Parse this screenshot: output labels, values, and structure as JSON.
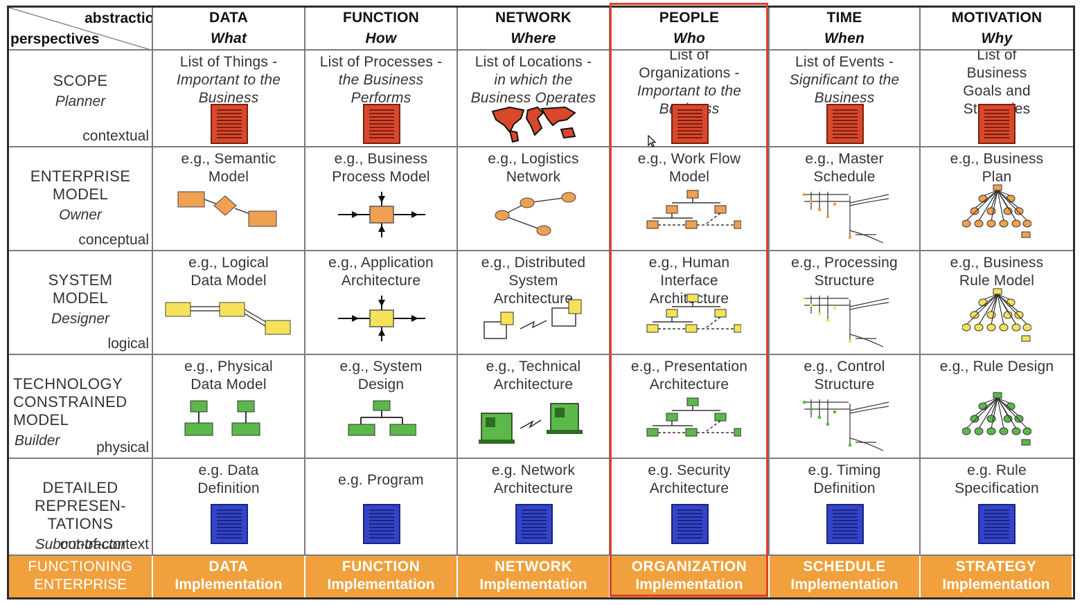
{
  "corner": {
    "top": "abstractions",
    "bottom": "perspectives"
  },
  "columns": [
    {
      "name": "DATA",
      "question": "What"
    },
    {
      "name": "FUNCTION",
      "question": "How"
    },
    {
      "name": "NETWORK",
      "question": "Where"
    },
    {
      "name": "PEOPLE",
      "question": "Who"
    },
    {
      "name": "TIME",
      "question": "When"
    },
    {
      "name": "MOTIVATION",
      "question": "Why"
    }
  ],
  "rows": [
    {
      "title": [
        "SCOPE"
      ],
      "role": "Planner",
      "level": "contextual",
      "cells": [
        [
          "List of Things -",
          "Important to the",
          "Business"
        ],
        [
          "List of Processes -",
          "the Business",
          "Performs"
        ],
        [
          "List of Locations -",
          "in which the",
          "Business Operates"
        ],
        [
          "List of",
          "Organizations -",
          "Important to the",
          "Business"
        ],
        [
          "List of Events -",
          "Significant to the",
          "Business"
        ],
        [
          "List of",
          "Business",
          "Goals and",
          "Strategies"
        ]
      ]
    },
    {
      "title": [
        "ENTERPRISE",
        "MODEL"
      ],
      "role": "Owner",
      "level": "conceptual",
      "cells": [
        [
          "e.g., Semantic",
          "Model"
        ],
        [
          "e.g., Business",
          "Process Model"
        ],
        [
          "e.g., Logistics",
          "Network"
        ],
        [
          "e.g., Work Flow",
          "Model"
        ],
        [
          "e.g., Master",
          "Schedule"
        ],
        [
          "e.g., Business",
          "Plan"
        ]
      ]
    },
    {
      "title": [
        "SYSTEM",
        "MODEL"
      ],
      "role": "Designer",
      "level": "logical",
      "cells": [
        [
          "e.g., Logical",
          "Data Model"
        ],
        [
          "e.g., Application",
          "Architecture"
        ],
        [
          "e.g., Distributed",
          "System",
          "Architecture"
        ],
        [
          "e.g., Human",
          "Interface",
          "Architecture"
        ],
        [
          "e.g., Processing",
          "Structure"
        ],
        [
          "e.g., Business",
          "Rule Model"
        ]
      ]
    },
    {
      "title": [
        "TECHNOLOGY",
        "CONSTRAINED",
        "MODEL"
      ],
      "role": "Builder",
      "level": "physical",
      "cells": [
        [
          "e.g., Physical",
          "Data Model"
        ],
        [
          "e.g., System",
          "Design"
        ],
        [
          "e.g., Technical",
          "Architecture"
        ],
        [
          "e.g., Presentation",
          "Architecture"
        ],
        [
          "e.g., Control",
          "Structure"
        ],
        [
          "e.g., Rule Design"
        ]
      ]
    },
    {
      "title": [
        "DETAILED",
        "REPRESEN-",
        "TATIONS"
      ],
      "role": "Subcontractor",
      "level": "out-of-context",
      "cells": [
        [
          "e.g. Data",
          "Definition"
        ],
        [
          "e.g. Program"
        ],
        [
          "e.g. Network",
          "Architecture"
        ],
        [
          "e.g. Security",
          "Architecture"
        ],
        [
          "e.g. Timing",
          "Definition"
        ],
        [
          "e.g. Rule",
          "Specification"
        ]
      ]
    }
  ],
  "bottom": {
    "label": [
      "FUNCTIONING",
      "ENTERPRISE"
    ],
    "cells": [
      {
        "name": "DATA",
        "sub": "Implementation"
      },
      {
        "name": "FUNCTION",
        "sub": "Implementation"
      },
      {
        "name": "NETWORK",
        "sub": "Implementation"
      },
      {
        "name": "ORGANIZATION",
        "sub": "Implementation"
      },
      {
        "name": "SCHEDULE",
        "sub": "Implementation"
      },
      {
        "name": "STRATEGY",
        "sub": "Implementation"
      }
    ]
  },
  "colors": {
    "scope": "#d9482a",
    "enterprise": "#f0a050",
    "system": "#f5e25a",
    "technology": "#5cb84a",
    "detailed": "#3344c8",
    "bottom_bar": "#f0a03c",
    "highlight": "#e0402a"
  }
}
